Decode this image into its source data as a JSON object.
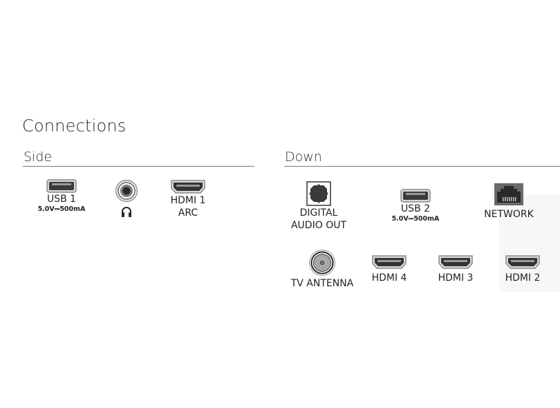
{
  "title": "Connections",
  "sections": [
    {
      "name": "Side",
      "ports": [
        {
          "icon": "usb-port-icon",
          "label": "USB 1",
          "spec": "5.0V⎓500mA"
        },
        {
          "icon": "headphone-jack-icon",
          "label": "",
          "sub_icon": "headphones-icon"
        },
        {
          "icon": "hdmi-port-icon",
          "label_line1": "HDMI 1",
          "label_line2": "ARC"
        }
      ]
    },
    {
      "name": "Down",
      "ports": [
        {
          "icon": "optical-audio-port-icon",
          "label_line1": "DIGITAL",
          "label_line2": "AUDIO OUT"
        },
        {
          "icon": "usb-port-icon",
          "label": "USB 2",
          "spec": "5.0V⎓500mA"
        },
        {
          "icon": "ethernet-port-icon",
          "label": "NETWORK"
        },
        {
          "icon": "coaxial-antenna-port-icon",
          "label": "TV ANTENNA"
        },
        {
          "icon": "hdmi-port-icon",
          "label": "HDMI 4"
        },
        {
          "icon": "hdmi-port-icon",
          "label": "HDMI 3"
        },
        {
          "icon": "hdmi-port-icon",
          "label": "HDMI 2"
        }
      ]
    }
  ],
  "colors": {
    "icon_dark": "#3a3a3a",
    "icon_frame": "#9a9a9a",
    "rule": "#7a7a7a"
  }
}
